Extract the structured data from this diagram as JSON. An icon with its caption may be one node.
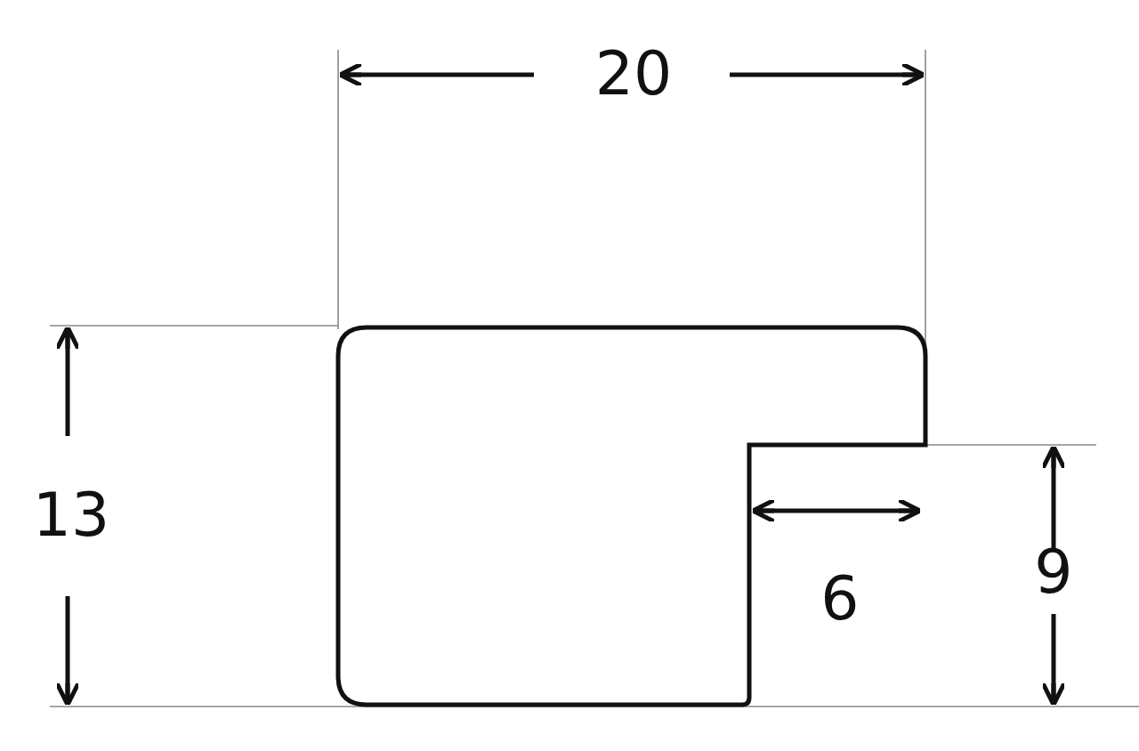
{
  "diagram": {
    "labels": [
      "20",
      "13",
      "6",
      "9"
    ]
  }
}
